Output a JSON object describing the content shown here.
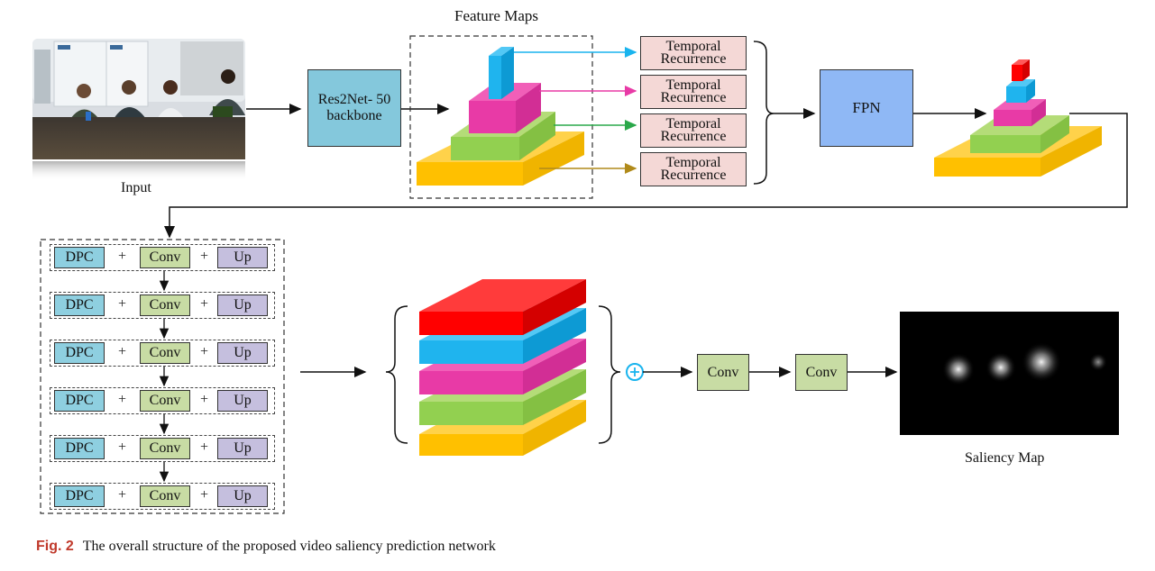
{
  "labels": {
    "input": "Input",
    "feature_maps": "Feature Maps",
    "backbone_line1": "Res2Net- 50",
    "backbone_line2": "backbone",
    "fpn": "FPN",
    "temporal_line1": "Temporal",
    "temporal_line2": "Recurrence",
    "conv": "Conv",
    "saliency_map": "Saliency Map"
  },
  "decoder_rows": [
    {
      "dpc": "DPC",
      "conv": "Conv",
      "up": "Up"
    },
    {
      "dpc": "DPC",
      "conv": "Conv",
      "up": "Up"
    },
    {
      "dpc": "DPC",
      "conv": "Conv",
      "up": "Up"
    },
    {
      "dpc": "DPC",
      "conv": "Conv",
      "up": "Up"
    },
    {
      "dpc": "DPC",
      "conv": "Conv",
      "up": "Up"
    },
    {
      "dpc": "DPC",
      "conv": "Conv",
      "up": "Up"
    }
  ],
  "plus_symbol": "+",
  "caption": {
    "prefix": "Fig. 2",
    "text": "The overall structure of the proposed video saliency prediction network"
  },
  "colors": {
    "red": "#ff0000",
    "blue": "#00b0f0",
    "magenta": "#e83aa6",
    "green": "#92d050",
    "orange": "#ffc000",
    "backbone": "#84c8dc",
    "fpn": "#8fb8f5",
    "temporal": "#f4d8d6",
    "dpc": "#8ecfe0",
    "conv": "#c8dca4",
    "up": "#c5bfde",
    "caption_prefix": "#c0392b"
  }
}
